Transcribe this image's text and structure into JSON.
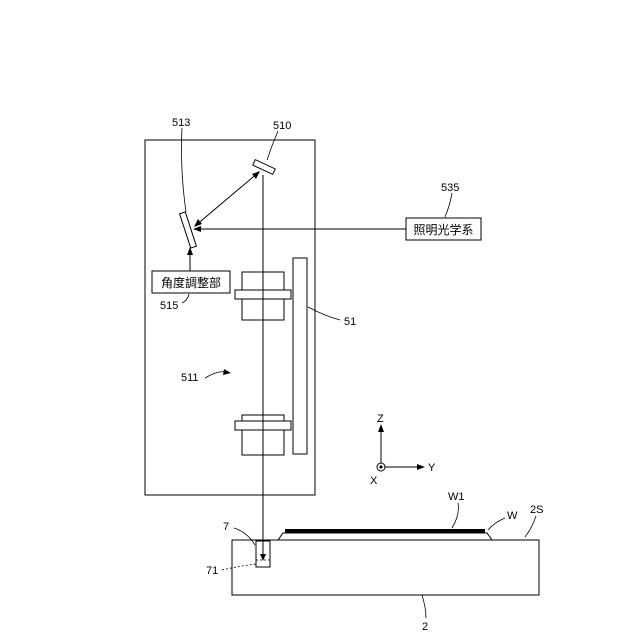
{
  "labels": {
    "mirror_510": "510",
    "mirror_513": "513",
    "illum_535": "535",
    "unit_51": "51",
    "housing_511": "511",
    "adjuster_515": "515",
    "wafer_w1": "W1",
    "wafer_w": "W",
    "stage_surface_2s": "2S",
    "stage_2": "2",
    "sensor_7": "7",
    "sensor_part_71": "71"
  },
  "boxes": {
    "illumination_optics": "照明光学系",
    "angle_adjuster": "角度調整部"
  },
  "axes": {
    "z": "Z",
    "y": "Y",
    "x": "X"
  }
}
